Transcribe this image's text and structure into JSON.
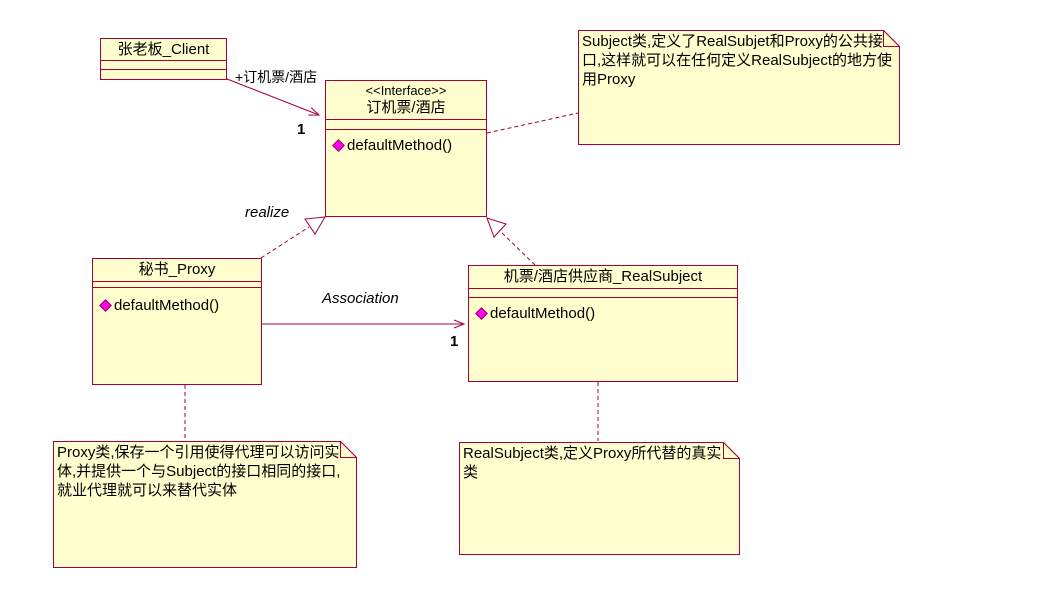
{
  "classes": {
    "client": {
      "name": "张老板_Client"
    },
    "interface": {
      "stereotype": "<<Interface>>",
      "name": "订机票/酒店",
      "method": "defaultMethod()"
    },
    "proxy": {
      "name": "秘书_Proxy",
      "method": "defaultMethod()"
    },
    "real_subject": {
      "name": "机票/酒店供应商_RealSubject",
      "method": "defaultMethod()"
    }
  },
  "notes": {
    "subject": {
      "text": "Subject类,定义了RealSubjet和Proxy的公共接口,这样就可以在任何定义RealSubject的地方使用Proxy"
    },
    "proxy": {
      "text": "Proxy类,保存一个引用使得代理可以访问实体,并提供一个与Subject的接口相同的接口,就业代理就可以来替代实体"
    },
    "real_subject": {
      "text": "RealSubject类,定义Proxy所代替的真实类"
    }
  },
  "edges": {
    "client_interface": {
      "label": "+订机票/酒店",
      "multiplicity": "1"
    },
    "realize": {
      "label": "realize"
    },
    "association": {
      "label": "Association",
      "multiplicity": "1"
    }
  },
  "colors": {
    "node_fill": "#FEFECE",
    "node_border": "#A80036",
    "member_icon": "#FF00FF",
    "text": "#000000",
    "background": "#FFFFFF"
  }
}
